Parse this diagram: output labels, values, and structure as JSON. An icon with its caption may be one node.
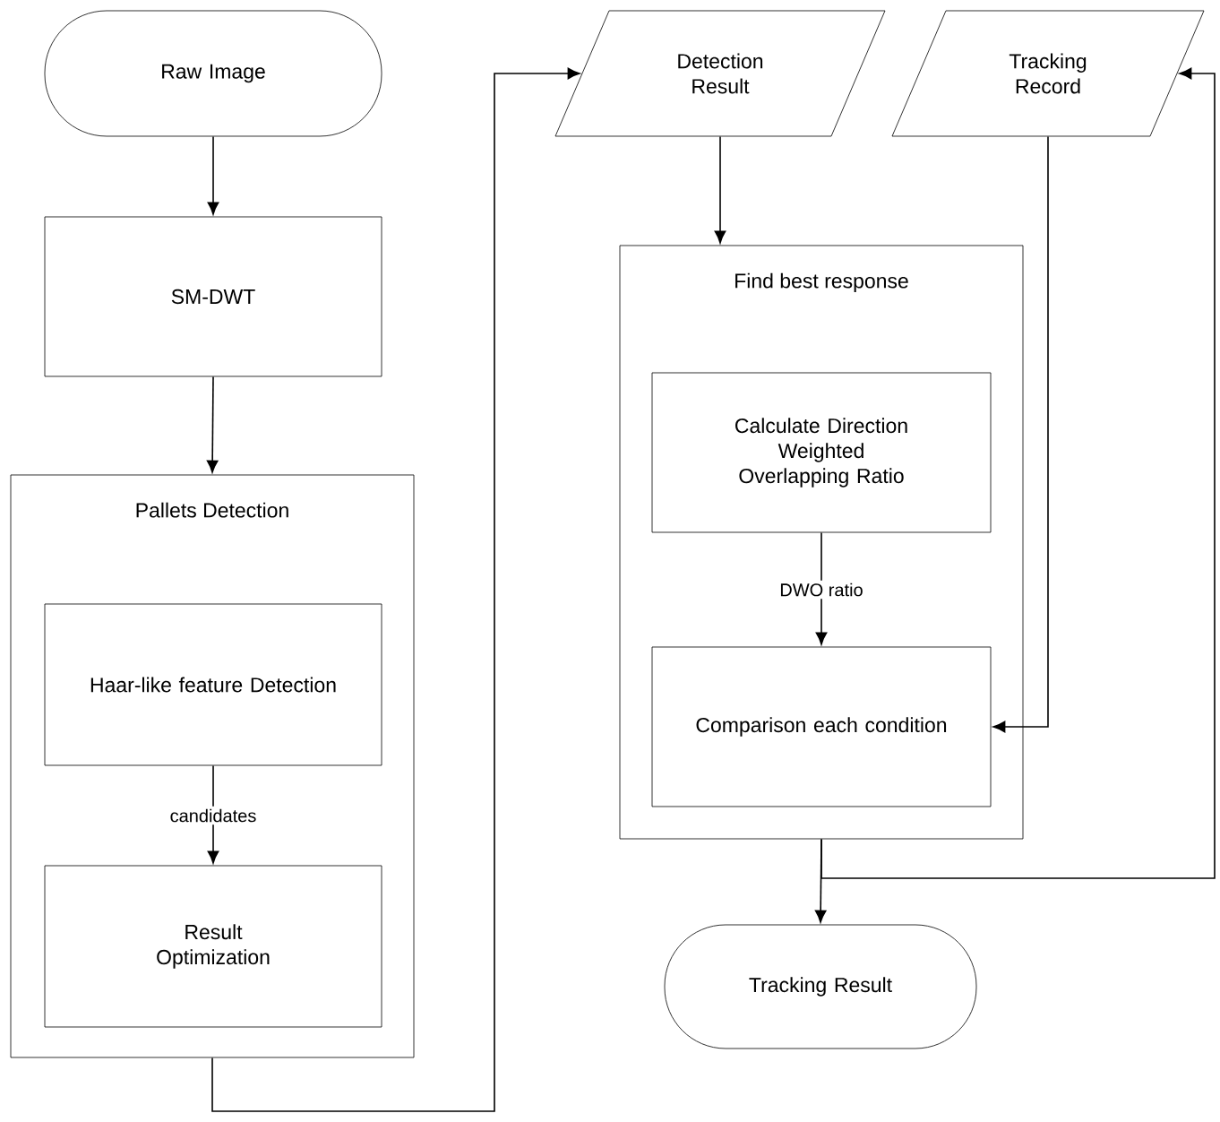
{
  "diagram": {
    "nodes": [
      {
        "text": [
          "Raw Image"
        ]
      },
      {
        "text": [
          "SM-DWT"
        ]
      },
      {
        "text": [
          "Pallets Detection"
        ]
      },
      {
        "text": [
          "Haar-like feature Detection"
        ],
        "in": 2
      },
      {
        "text": [
          "Result Optimization"
        ],
        "in": 2
      },
      {
        "text": [
          "Detection Result"
        ]
      },
      {
        "text": [
          "Tracking Record"
        ]
      },
      {
        "text": [
          "Find best response"
        ]
      },
      {
        "text": [
          "Calculate Direction Weighted Overlapping Ratio"
        ],
        "in": 7
      },
      {
        "text": [
          "Comparison each condition"
        ],
        "in": 7
      },
      {
        "text": [
          "Tracking Result"
        ]
      }
    ],
    "edges": [
      {
        "from": 0,
        "to": 1,
        "arrow": "to"
      },
      {
        "from": 1,
        "to": 2,
        "arrow": "to"
      },
      {
        "from": 3,
        "to": 4,
        "arrow": "to",
        "label": "candidates"
      },
      {
        "from": 2,
        "to": 5,
        "arrow": "to"
      },
      {
        "from": 5,
        "to": 7,
        "arrow": "to"
      },
      {
        "from": 8,
        "to": 9,
        "arrow": "to",
        "label": "DWO ratio"
      },
      {
        "from": 6,
        "to": 9,
        "arrow": "to"
      },
      {
        "from": 7,
        "to": 10,
        "arrow": "to"
      },
      {
        "from": 7,
        "to": 6,
        "arrow": "to"
      }
    ]
  }
}
